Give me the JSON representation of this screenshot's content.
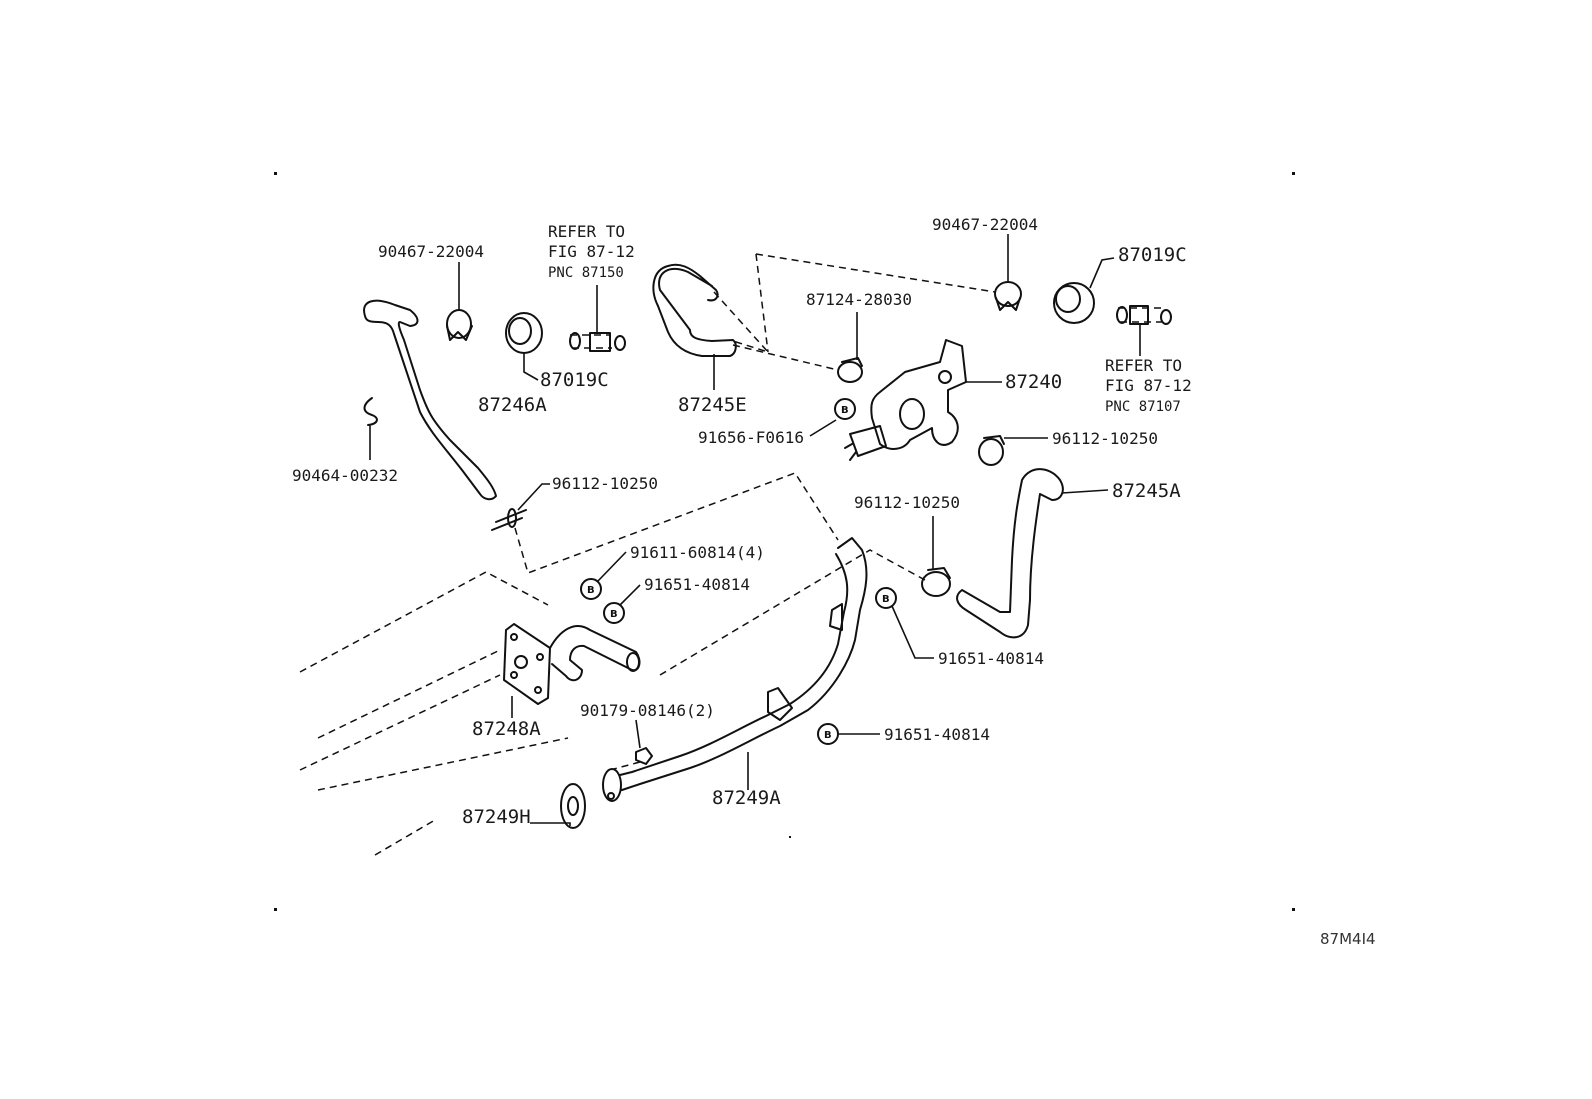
{
  "labels": {
    "p90467_left": "90467-22004",
    "p90467_right": "90467-22004",
    "refer_left": [
      "REFER TO",
      "FIG 87-12",
      "PNC 87150"
    ],
    "refer_right": [
      "REFER TO",
      "FIG 87-12",
      "PNC 87107"
    ],
    "p87019c_left": "87019C",
    "p87019c_right": "87019C",
    "p87246a": "87246A",
    "p90464": "90464-00232",
    "p87245e": "87245E",
    "p87124": "87124-28030",
    "p87240": "87240",
    "p91656": "91656-F0616",
    "p96112_a": "96112-10250",
    "p96112_b": "96112-10250",
    "p96112_c": "96112-10250",
    "p87245a": "87245A",
    "p91611": "91611-60814(4)",
    "p91651_a": "91651-40814",
    "p91651_b": "91651-40814",
    "p91651_c": "91651-40814",
    "p87248a": "87248A",
    "p90179": "90179-08146(2)",
    "p87249a": "87249A",
    "p87249h": "87249H",
    "bolt_letter": "B",
    "figure_code": "87M4I4"
  }
}
